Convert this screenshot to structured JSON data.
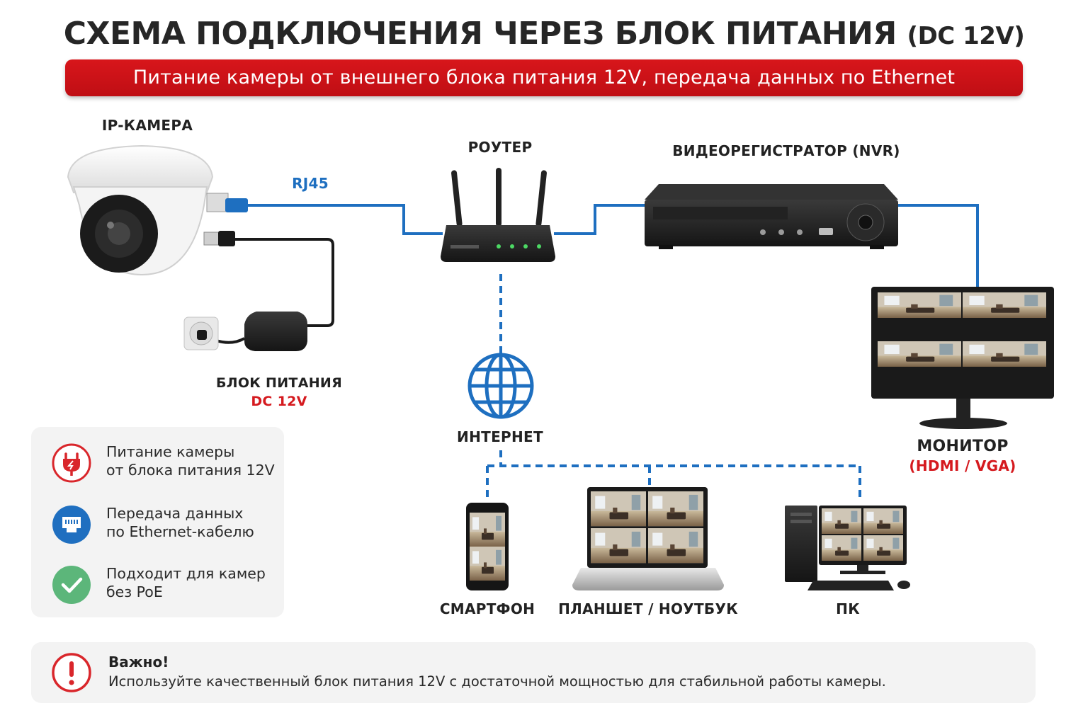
{
  "header": {
    "title": "СХЕМА ПОДКЛЮЧЕНИЯ ЧЕРЕЗ БЛОК ПИТАНИЯ",
    "title_suffix": "(DC 12V)",
    "banner": "Питание камеры от внешнего блока питания 12V, передача данных по Ethernet"
  },
  "nodes": {
    "camera": "IP-КАМЕРА",
    "rj45": "RJ45",
    "router": "РОУТЕР",
    "nvr": "ВИДЕОРЕГИСТРАТОР (NVR)",
    "psu": "БЛОК ПИТАНИЯ",
    "psu_spec": "DC 12V",
    "internet": "ИНТЕРНЕТ",
    "monitor": "МОНИТОР",
    "monitor_spec": "(HDMI / VGA)",
    "smartphone": "СМАРТФОН",
    "laptop": "ПЛАНШЕТ / НОУТБУК",
    "pc": "ПК"
  },
  "features": [
    {
      "line1": "Питание камеры",
      "line2": "от блока питания 12V",
      "icon": "power-plug-icon",
      "color": "#d9262b"
    },
    {
      "line1": "Передача данных",
      "line2": "по Ethernet-кабелю",
      "icon": "ethernet-port-icon",
      "color": "#1f6fc0"
    },
    {
      "line1": "Подходит для камер",
      "line2": "без PoE",
      "icon": "check-icon",
      "color": "#5cb67a"
    }
  ],
  "important": {
    "title": "Важно!",
    "text": "Используйте качественный блок питания 12V с достаточной мощностью для стабильной работы камеры.",
    "icon": "exclamation-icon",
    "color": "#d9262b"
  },
  "colors": {
    "accent_red": "#d51a1f",
    "data_cable": "#1e6fc0",
    "power_cable": "#1a1a1a"
  }
}
